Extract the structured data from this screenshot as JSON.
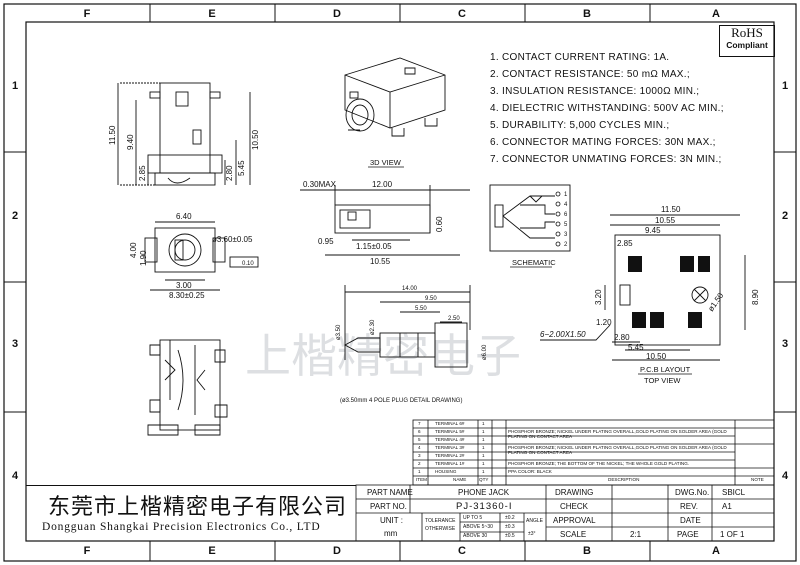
{
  "border": {
    "columns_top": [
      "F",
      "E",
      "D",
      "C",
      "B",
      "A"
    ],
    "columns_bottom": [
      "F",
      "E",
      "D",
      "C",
      "B",
      "A"
    ],
    "rows_left": [
      "1",
      "2",
      "3",
      "4"
    ],
    "rows_right": [
      "1",
      "2",
      "3",
      "4"
    ]
  },
  "rohs": {
    "line1": "RoHS",
    "line2": "Compliant"
  },
  "specs": [
    "1. CONTACT CURRENT RATING: 1A.",
    "2. CONTACT RESISTANCE: 50 mΩ MAX.;",
    "3. INSULATION RESISTANCE: 1000Ω MIN.;",
    "4. DIELECTRIC WITHSTANDING: 500V AC MIN.;",
    "5. DURABILITY: 5,000 CYCLES MIN.;",
    "6. CONNECTOR MATING FORCES: 30N   MAX.;",
    "7. CONNECTOR UNMATING FORCES: 3N MIN.;"
  ],
  "views": {
    "view_3d": "3D VIEW",
    "schematic": "SCHEMATIC",
    "pcb_layout_1": "P.C.B LAYOUT",
    "pcb_layout_2": "TOP VIEW",
    "plug_detail": "(ø3.50mm 4 POLE PLUG DETAIL DRAWING)"
  },
  "dims": {
    "front_h1": "11.50",
    "front_h2": "9.40",
    "front_h3": "2.85",
    "front_r1": "10.50",
    "front_r2": "5.45",
    "front_r3": "2.80",
    "top_w": "6.40",
    "top_h": "4.00",
    "top_d": "ø3.60±0.05",
    "top_s": "1.90",
    "top_f": "0.10",
    "top_b1": "3.00",
    "top_b2": "8.30±0.25",
    "side_a": "0.30MAX",
    "side_l": "12.00",
    "side_b": "0.95",
    "side_t": "1.15±0.05",
    "side_total": "10.55",
    "side_r": "0.60",
    "pcb_a": "11.50",
    "pcb_b": "10.55",
    "pcb_c": "9.45",
    "pcb_d": "2.85",
    "pcb_e": "3.20",
    "pcb_f": "8.90",
    "pcb_g": "ø1.50",
    "pcb_h": "1.20",
    "pcb_i": "2.80",
    "pcb_j": "5.45",
    "pcb_k": "10.50",
    "pcb_holes": "6−2.00X1.50",
    "plug_1": "14.00",
    "plug_2": "9.50",
    "plug_3": "5.50",
    "plug_4": "2.50",
    "plug_5": "ø3.50",
    "plug_6": "ø2.30",
    "plug_7": "ø6.00"
  },
  "schematic_pins": [
    "1",
    "4",
    "6",
    "5",
    "3",
    "2"
  ],
  "watermark": "上楷精密电子",
  "bom_headers": {
    "item": "ITEM",
    "name": "NAME",
    "qty": "QTY",
    "description": "DESCRIPTION",
    "note": "NOTE"
  },
  "bom": [
    {
      "item": "7",
      "name": "TERMINAL 6#",
      "qty": "1",
      "desc": ""
    },
    {
      "item": "6",
      "name": "TERMINAL 5#",
      "qty": "1",
      "desc": "PHOSPHOR BRONZE; NICKEL UNDER PLATING OVERALL,GOLD PLATING ON SOLDER AREA (GOLD PLATING ON CONTACT AREA"
    },
    {
      "item": "5",
      "name": "TERMINAL 4#",
      "qty": "1",
      "desc": ""
    },
    {
      "item": "4",
      "name": "TERMINAL 3#",
      "qty": "1",
      "desc": "PHOSPHOR BRONZE; NICKEL UNDER PLATING OVERALL,GOLD PLATING ON SOLDER AREA (GOLD PLATING ON CONTACT AREA"
    },
    {
      "item": "3",
      "name": "TERMINAL 2#",
      "qty": "1",
      "desc": ""
    },
    {
      "item": "2",
      "name": "TERMINAL 1#",
      "qty": "1",
      "desc": "PHOSPHOR BRONZE; THE BOTTOM OF THE NICKEL; THE WHOLE GOLD PLATING."
    },
    {
      "item": "1",
      "name": "HOUSING",
      "qty": "1",
      "desc": "PPA  COLOR: BLACK"
    }
  ],
  "company_cn": "东莞市上楷精密电子有限公司",
  "company_en": "Dongguan Shangkai Precision Electronics Co., LTD",
  "title_block": {
    "part_name_label": "PART NAME",
    "part_name": "PHONE JACK",
    "part_no_label": "PART NO.",
    "part_no": "PJ-31360-I",
    "unit_label": "UNIT :",
    "unit": "mm",
    "tolerance_label": "TOLERANCE",
    "otherwise_label": "OTHERWISE",
    "tol_rows": [
      "UP TO 5",
      "ABOVE 5~30",
      "ABOVE 30"
    ],
    "tol_vals": [
      "±0.2",
      "±0.3",
      "±0.5"
    ],
    "angle_label": "ANGLE",
    "angle_val": "±3°",
    "angle_val2": "±0.5",
    "drawing_label": "DRAWING",
    "check_label": "CHECK",
    "approval_label": "APPROVAL",
    "scale_label": "SCALE",
    "scale": "2:1",
    "dwg_no_label": "DWG.No.",
    "dwg_no": "SBICL",
    "rev_label": "REV.",
    "rev": "A1",
    "date_label": "DATE",
    "page_label": "PAGE",
    "page": "1 OF 1"
  }
}
